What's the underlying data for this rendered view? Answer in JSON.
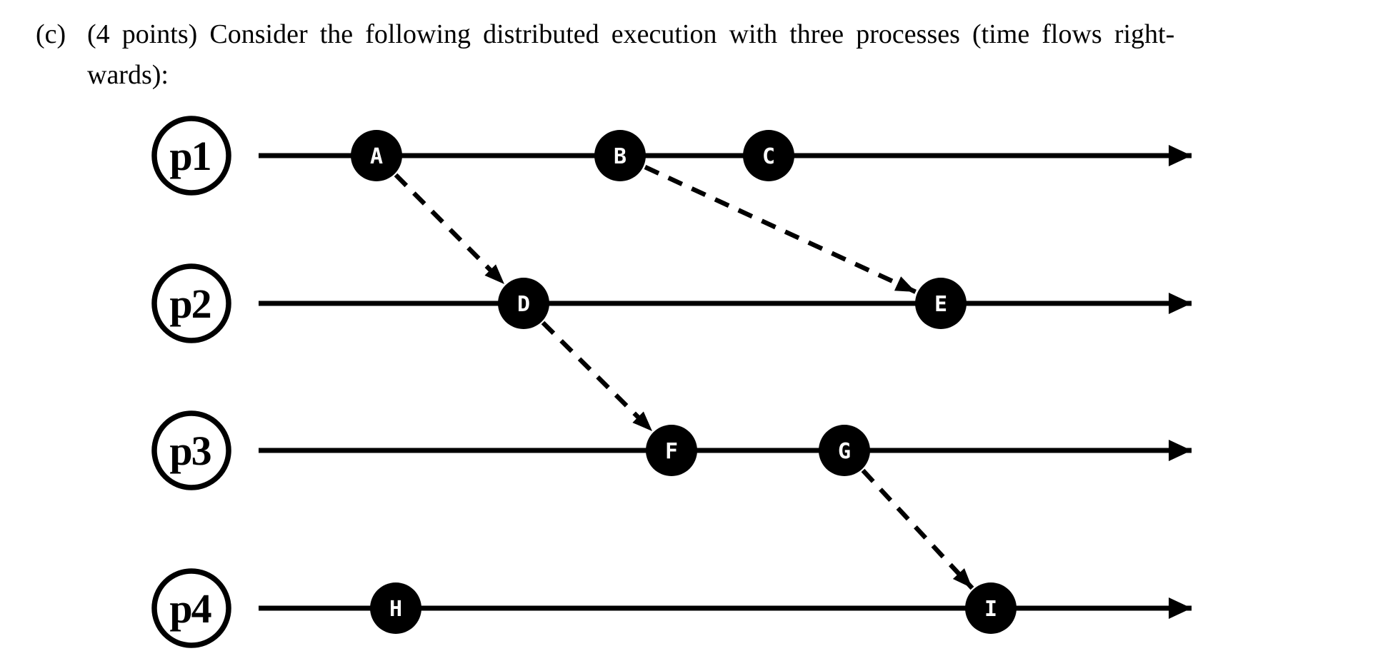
{
  "prompt": {
    "marker": "(c)",
    "line1": "(4 points) Consider the following distributed execution with three processes (time flows right-",
    "line2": "wards):"
  },
  "diagram": {
    "processes": [
      {
        "label": "p1",
        "events": [
          "A",
          "B",
          "C"
        ]
      },
      {
        "label": "p2",
        "events": [
          "D",
          "E"
        ]
      },
      {
        "label": "p3",
        "events": [
          "F",
          "G"
        ]
      },
      {
        "label": "p4",
        "events": [
          "H",
          "I"
        ]
      }
    ],
    "messages": [
      {
        "from": "A",
        "to": "D"
      },
      {
        "from": "B",
        "to": "E"
      },
      {
        "from": "D",
        "to": "F"
      },
      {
        "from": "G",
        "to": "I"
      }
    ],
    "colors": {
      "ink": "#000000",
      "background": "#ffffff",
      "event_label": "#ffffff"
    }
  }
}
